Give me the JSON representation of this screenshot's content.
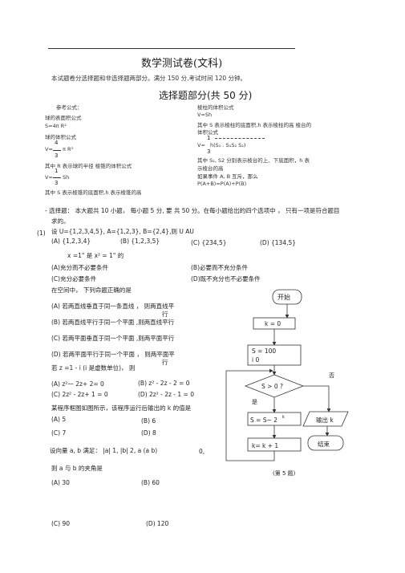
{
  "doc": {
    "title": "数学测试卷(文科)",
    "intro": "本试题卷分选择题和非选择题两部分。满分      150 分,考试时间 120 分钟。",
    "section": "选择题部分(共 50 分)"
  },
  "formulas": {
    "left": [
      "参考公式：",
      "球的表面积公式",
      "S=4π R²",
      "球的体积公式",
      "V=",
      "π R³",
      "其中 R 表示球的半径  棱锥的体积公式",
      "V=",
      "Sh",
      "其中 S 表示棱锥的底面积,h 表示棱锥的高"
    ],
    "left_fracs": [
      "4",
      "3",
      "1",
      "3"
    ],
    "right": [
      "棱柱的体积公式",
      "V=Sh",
      "其中 S 表示棱柱的底面积,h 表示棱柱的高  棱台的",
      "体积公式",
      "V=",
      "h(S₁   . S₁S₂    S₂)",
      "其中 S₁, S2 分别表示棱台的上、下底面积，h 表",
      "示棱台的高",
      "如果事件 A, B 互斥，那么",
      "P(A+B)=P(A)+P(B)"
    ],
    "right_fracs": [
      "1",
      "3"
    ]
  },
  "part1": {
    "instruction_1": "- 选择题：  本大题共 10 小题，  每小题 5 分, 要  共 50 分。在每小题给出的四个选项中  ，  只有一项是符合题目",
    "instruction_2": "求的。"
  },
  "q1": {
    "num": "(1)",
    "stem": "设  U={1,2,3,4,5}, A={1,2,3}, B={2,4},则 U AU",
    "options": [
      "(A) {1,2,3,4}",
      "(B) {1,2,3,5}",
      "(C) {234,5}",
      "(D) {134,5}"
    ]
  },
  "q2": {
    "stem": "x =1\" 是  x² = 1\" 的",
    "options": [
      "(A)充分而不必要条件",
      "(B)必要而不充分条件",
      "(C)充分必要条件",
      "(D)既不充分也不必要条件"
    ]
  },
  "q3": {
    "stem": "在空间中，  下列命题正确的是",
    "options": [
      "(A)  若两直线垂直于同一条直线      ，  则两直线平",
      "行",
      "(B)  若两直线平行于同一个平面      ,则两直线平行",
      "(C)  若两平面垂直于同一个平面      ,则两平面平行",
      "(D)  若两平面平行于同一个平面      ，  则两平面平",
      "行"
    ]
  },
  "q4": {
    "stem": "若 z =1  -  i (i 是虚数单位)，  则",
    "options": [
      "(A) z²一   2z+  2= 0",
      "(B) z² -  2z -  2 = 0",
      "(C) 2z² -  2z+  1 = 0",
      "(D) 2z² -  2z -  1 = 0"
    ]
  },
  "q5": {
    "stem": "某程序框图如图所示，该程序运行后输出的        k 的值是",
    "options": [
      "(A)    5",
      "(B) 6",
      "(C) 7",
      "(D) 8"
    ]
  },
  "q6": {
    "stem": "设向量  a, b 满足：  |a| 1, |b| 2, a (a b)",
    "trail": "0,",
    "stem2": "则 a 与 b 的夹角是",
    "options": [
      "(A) 30",
      "(B) 60",
      "(C) 90",
      "(D) 120"
    ]
  },
  "flowchart": {
    "start": "开始",
    "init_k": "k = 0",
    "init_s": "S = 100",
    "init_i": "i     0",
    "cond": "S > 0 ?",
    "yes": "是",
    "no": "否",
    "update_s": "S = S− 2",
    "update_s_sup": "k",
    "update_k": "k= k + 1",
    "output": "输出  k",
    "end": "结束",
    "caption": "(第 5 题)"
  }
}
